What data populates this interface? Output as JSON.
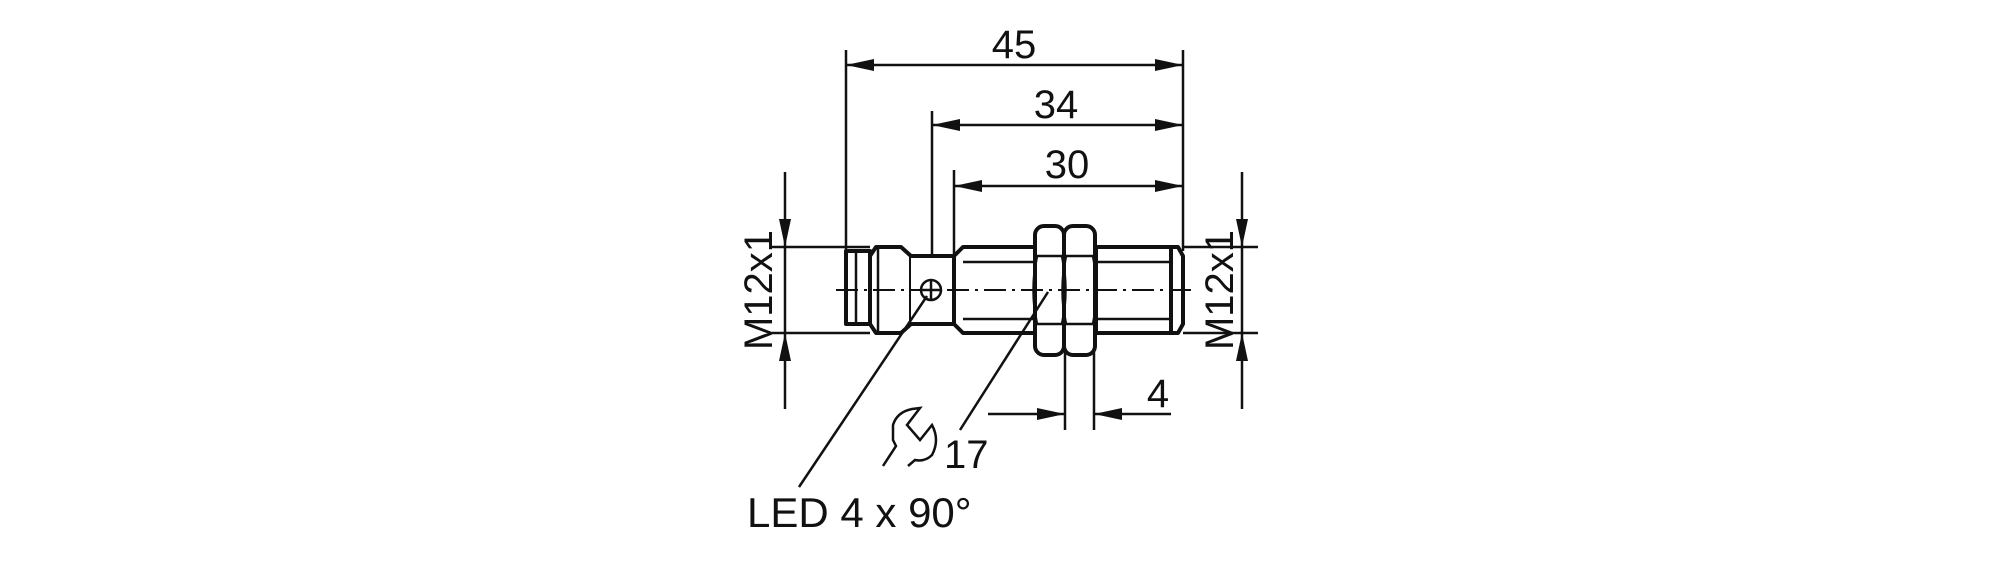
{
  "drawing": {
    "dimensions": {
      "overall_length": "45",
      "length_from_led": "34",
      "thread_length": "30",
      "nut_width": "4",
      "thread_left": "M12x1",
      "thread_right": "M12x1"
    },
    "annotations": {
      "wrench_size": "17",
      "led": "LED 4 x 90°"
    },
    "icons": [
      "wrench-icon",
      "led-icon"
    ],
    "line_color": "#111111"
  }
}
